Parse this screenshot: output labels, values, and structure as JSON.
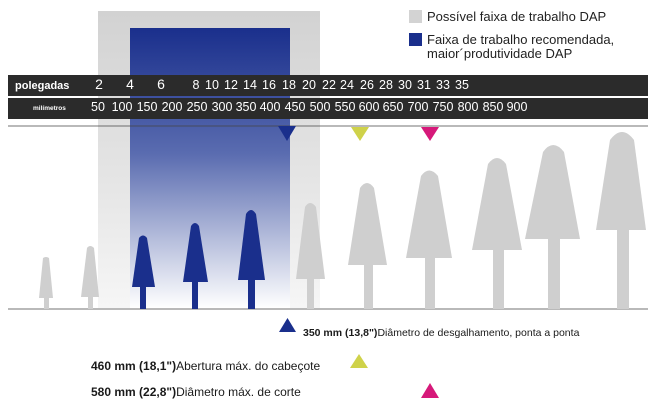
{
  "legend": {
    "possible": "Possível faixa de trabalho DAP",
    "recommended_line1": "Faixa de trabalho recomendada,",
    "recommended_line2": "maior´produtividade DAP",
    "colors": {
      "possible": "#d3d3d3",
      "recommended": "#1a2f8c"
    }
  },
  "scale": {
    "inches_label": "polegadas",
    "inches": [
      "2",
      "4",
      "6",
      "8",
      "10",
      "12",
      "14",
      "16",
      "18",
      "20",
      "22",
      "24",
      "26",
      "28",
      "30",
      "31",
      "33",
      "35"
    ],
    "mm_label": "milímetros",
    "mm": [
      "50",
      "100",
      "150",
      "200",
      "250",
      "300",
      "350",
      "400",
      "450",
      "500",
      "550",
      "600",
      "650",
      "700",
      "750",
      "800",
      "850",
      "900"
    ]
  },
  "markers": {
    "navy": {
      "bold": "350 mm  (13,8\")",
      "text": "Diâmetro de desgalhamento, ponta a ponta",
      "color": "#1a2f8c"
    },
    "yellow": {
      "bold": "460 mm  (18,1\")",
      "text": "Abertura máx. do cabeçote",
      "color": "#cfd24a"
    },
    "magenta": {
      "bold": "580 mm  (22,8\")",
      "text": "Diâmetro máx. de corte",
      "color": "#d6197a"
    }
  },
  "trees": [
    {
      "id": 1,
      "color": "#cfcfcf"
    },
    {
      "id": 2,
      "color": "#cfcfcf"
    },
    {
      "id": 3,
      "color": "#1a2f8c"
    },
    {
      "id": 4,
      "color": "#1a2f8c"
    },
    {
      "id": 5,
      "color": "#1a2f8c"
    },
    {
      "id": 6,
      "color": "#cfcfcf"
    },
    {
      "id": 7,
      "color": "#cfcfcf"
    },
    {
      "id": 8,
      "color": "#cfcfcf"
    },
    {
      "id": 9,
      "color": "#cfcfcf"
    },
    {
      "id": 10,
      "color": "#cfcfcf"
    },
    {
      "id": 11,
      "color": "#cfcfcf"
    },
    {
      "id": 12,
      "color": "#cfcfcf"
    }
  ]
}
